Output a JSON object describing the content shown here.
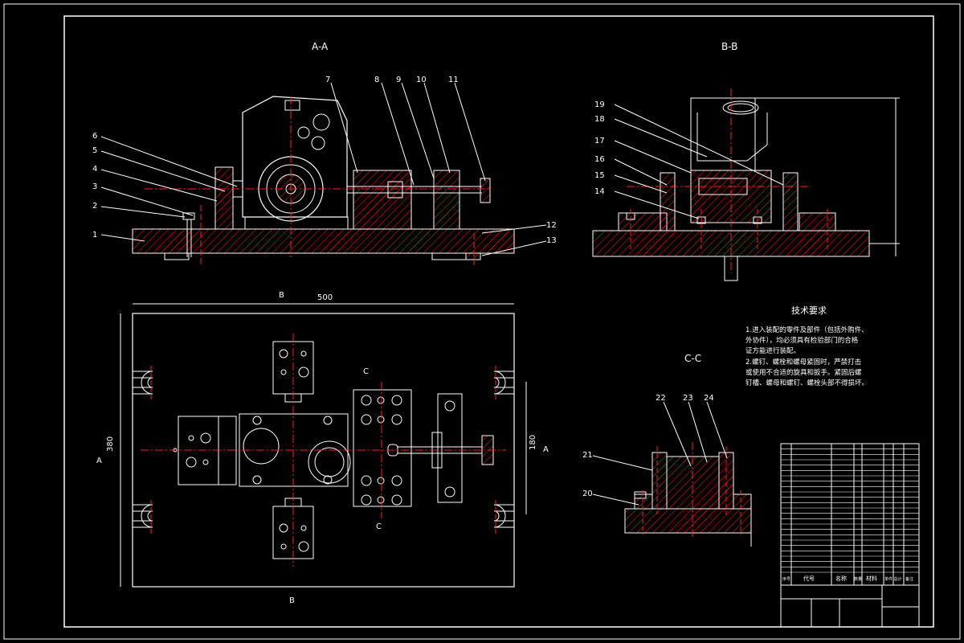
{
  "views": {
    "aa": "A-A",
    "bb": "B-B",
    "cc": "C-C"
  },
  "part_labels": [
    "1",
    "2",
    "3",
    "4",
    "5",
    "6",
    "7",
    "8",
    "9",
    "10",
    "11",
    "12",
    "13",
    "14",
    "15",
    "16",
    "17",
    "18",
    "19",
    "20",
    "21",
    "22",
    "23",
    "24"
  ],
  "section_marks": {
    "b": "B",
    "c": "C",
    "a": "A"
  },
  "dimensions": {
    "plan_width": "500",
    "plan_height": "380",
    "slot_span": "180"
  },
  "tech_requirements": {
    "title": "技术要求",
    "lines": [
      "1.进入装配的零件及部件（包括外购件、",
      "外协件），均必须具有检验部门的合格",
      "证方能进行装配。",
      "2.螺钉、螺栓和螺母紧固时，严禁打击",
      "或使用不合适的旋具和扳手。紧固后螺",
      "钉槽、螺母和螺钉、螺栓头部不得损坏。"
    ]
  },
  "title_block": {
    "col_seq": "序号",
    "col_code": "代号",
    "col_name": "名称",
    "col_qty": "数量",
    "col_material": "材料",
    "col_weight": "单件 总计",
    "col_remark": "备注"
  },
  "colors": {
    "background": "#000000",
    "outline": "#ffffff",
    "centerline": "#ff2020",
    "hatch": "#ff2020"
  }
}
